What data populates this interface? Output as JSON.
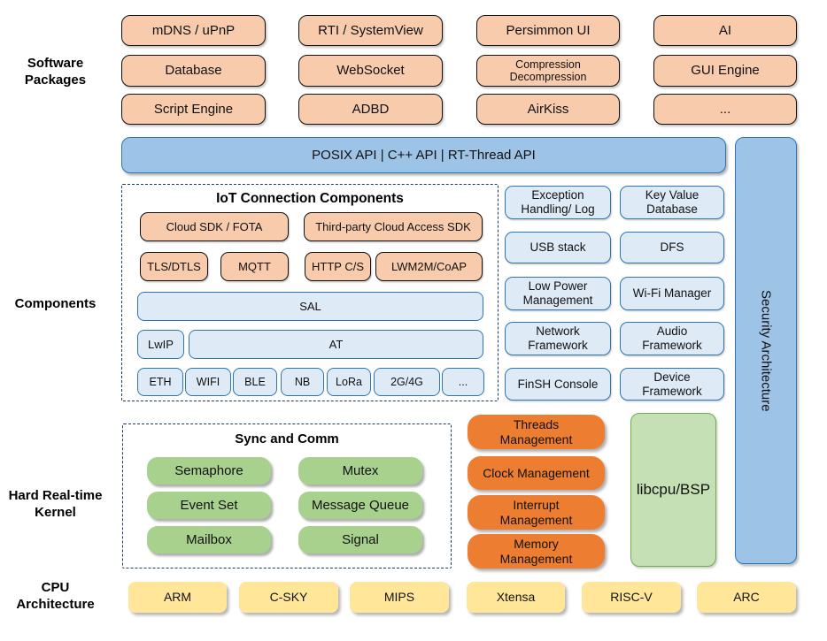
{
  "labels": {
    "software": "Software\nPackages",
    "components": "Components",
    "kernel": "Hard Real-time\nKernel",
    "cpu": "CPU\nArchitecture"
  },
  "software_packages": {
    "rows": [
      [
        "mDNS / uPnP",
        "RTI / SystemView",
        "Persimmon UI",
        "AI"
      ],
      [
        "Database",
        "WebSocket",
        "Compression\nDecompression",
        "GUI Engine"
      ],
      [
        "Script Engine",
        "ADBD",
        "AirKiss",
        "..."
      ]
    ]
  },
  "api_bar": "POSIX API | C++ API | RT-Thread API",
  "security_bar": "Security Architecture",
  "iot": {
    "title": "IoT Connection Components",
    "row1": [
      "Cloud SDK / FOTA",
      "Third-party Cloud Access SDK"
    ],
    "row2": [
      "TLS/DTLS",
      "MQTT",
      "HTTP C/S",
      "LWM2M/CoAP"
    ],
    "sal": "SAL",
    "lwip": "LwIP",
    "at": "AT",
    "links": [
      "ETH",
      "WIFI",
      "BLE",
      "NB",
      "LoRa",
      "2G/4G",
      "..."
    ]
  },
  "component_boxes": [
    "Exception\nHandling/ Log",
    "Key Value\nDatabase",
    "USB stack",
    "DFS",
    "Low Power\nManagement",
    "Wi-Fi Manager",
    "Network\nFramework",
    "Audio\nFramework",
    "FinSH Console",
    "Device\nFramework"
  ],
  "kernel": {
    "sync_title": "Sync and Comm",
    "sync_items": [
      "Semaphore",
      "Mutex",
      "Event Set",
      "Message Queue",
      "Mailbox",
      "Signal"
    ],
    "management": [
      "Threads\nManagement",
      "Clock Management",
      "Interrupt\nManagement",
      "Memory\nManagement"
    ],
    "libcpu": "libcpu/BSP"
  },
  "cpu_archs": [
    "ARM",
    "C-SKY",
    "MIPS",
    "Xtensa",
    "RISC-V",
    "ARC"
  ],
  "colors": {
    "package_fill": "#F8CBAD",
    "api_fill": "#9DC3E6",
    "api_border": "#2E75B6",
    "component_fill": "#DEEAF6",
    "sync_fill": "#A9D18E",
    "management_fill": "#ED7D31",
    "libcpu_fill": "#C5E0B4",
    "libcpu_border": "#70AD47",
    "cpu_fill": "#FFE699",
    "dashed_border": "#1F3864"
  }
}
